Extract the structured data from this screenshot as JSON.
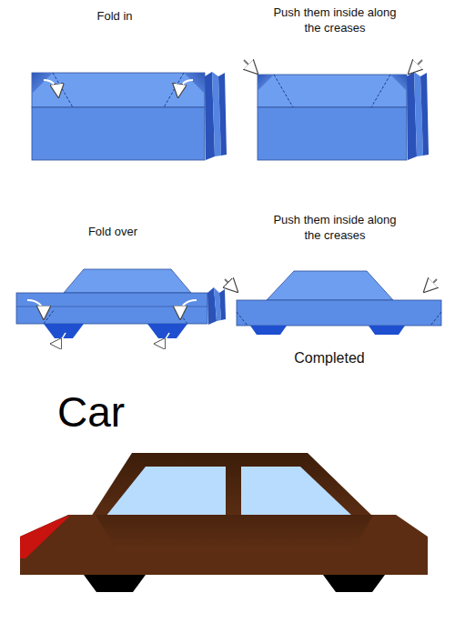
{
  "diagram": {
    "title": "Car",
    "labels": [
      "Fold in",
      "Push them inside along the creases",
      "Fold over",
      "Push them inside along the creases",
      "Completed"
    ]
  }
}
